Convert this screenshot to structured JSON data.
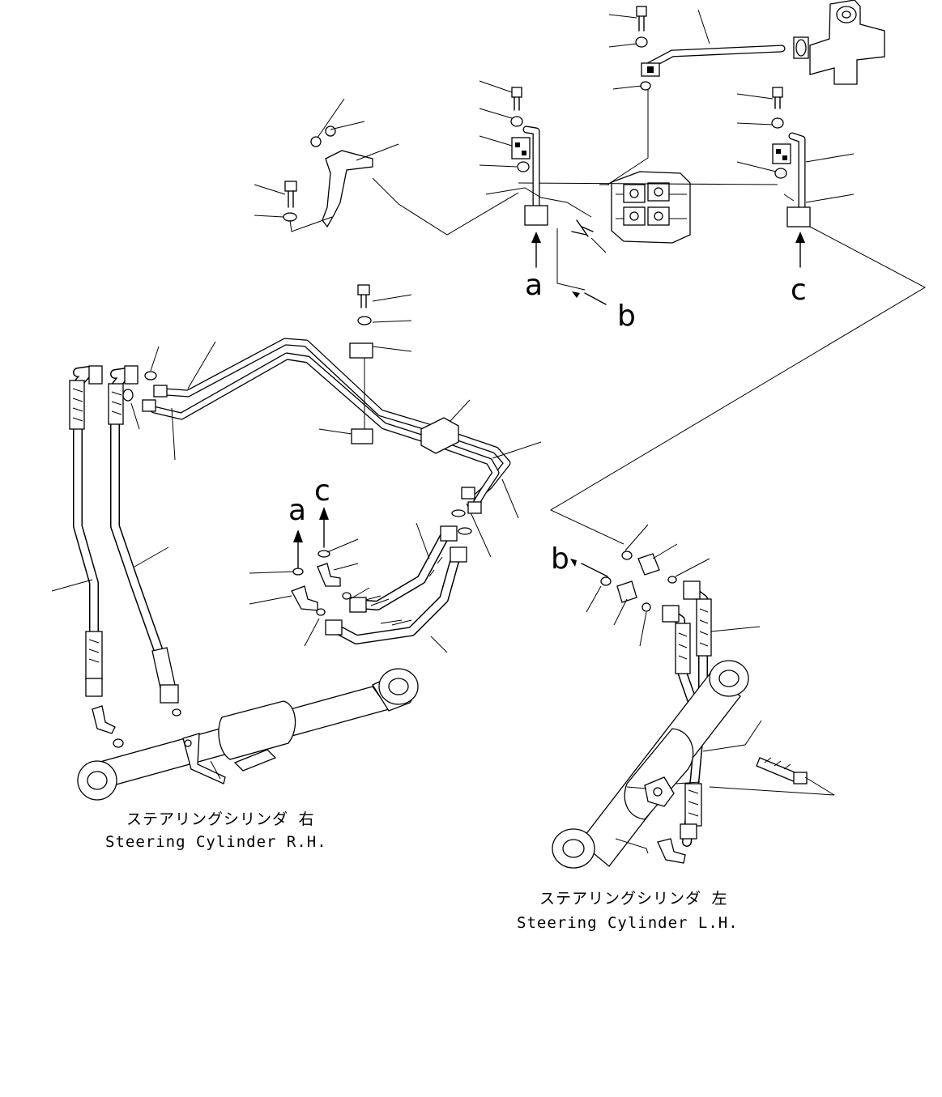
{
  "view_labels": {
    "a_top": "a",
    "b_top": "b",
    "c_top": "c",
    "a_mid": "a",
    "c_mid": "c",
    "b_right": "b"
  },
  "captions": {
    "right_cylinder_jp": "ステアリングシリンダ 右",
    "right_cylinder_en": "Steering Cylinder R.H.",
    "left_cylinder_jp": "ステアリングシリンダ 左",
    "left_cylinder_en": "Steering Cylinder L.H."
  }
}
